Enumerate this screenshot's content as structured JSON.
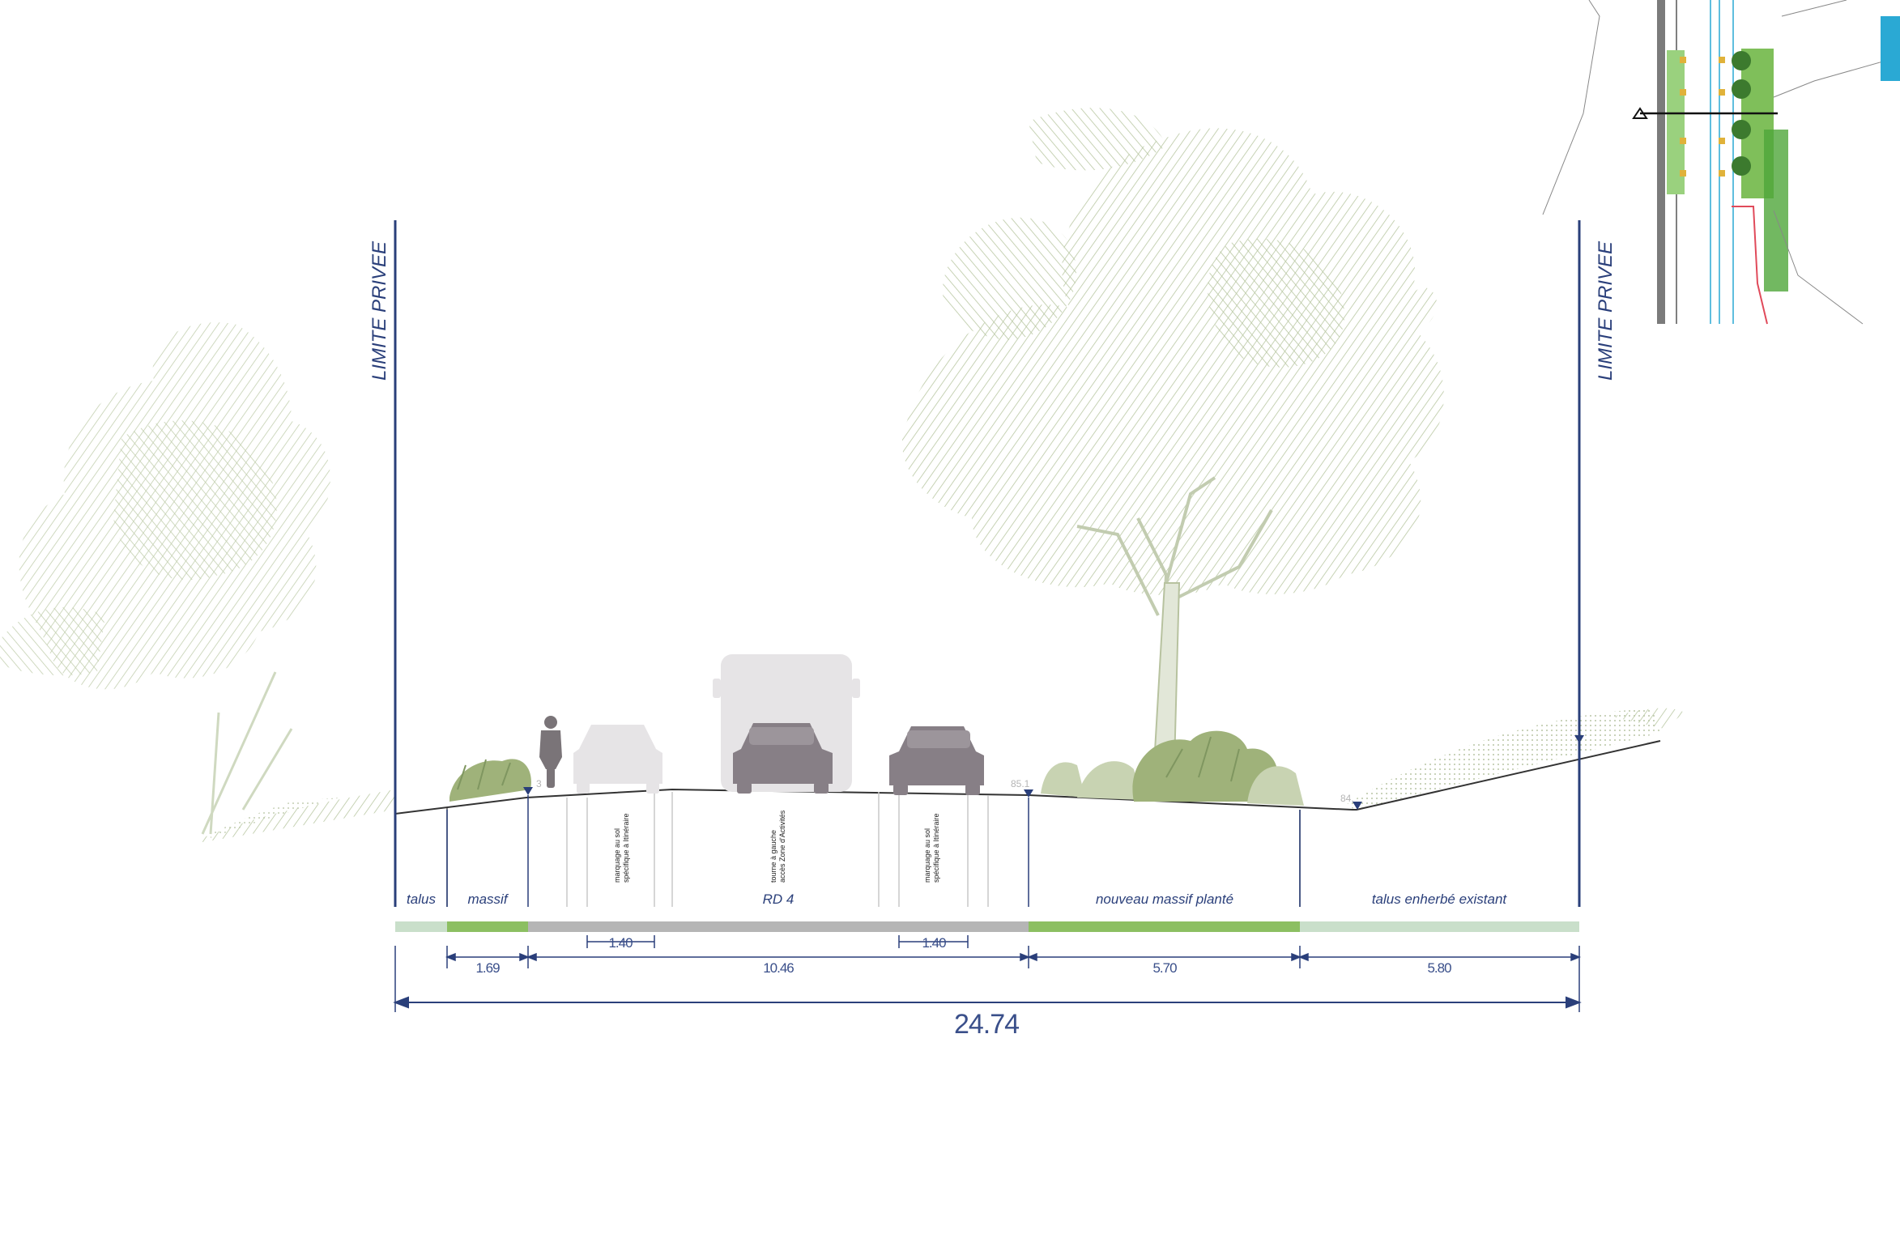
{
  "limits": {
    "left": "LIMITE PRIVEE",
    "right": "LIMITE PRIVEE"
  },
  "zones": {
    "talus": "talus",
    "massif": "massif",
    "road": "RD 4",
    "new_bed": "nouveau massif planté",
    "grass_bank": "talus enherbé existant"
  },
  "markings": {
    "left_line1": "marquage au sol",
    "left_line2": "spécifique à Itinéraire",
    "center_line1": "tourne à gauche",
    "center_line2": "accès Zone d'Activités",
    "right_line1": "marquage au sol",
    "right_line2": "spécifique à Itinéraire"
  },
  "dimensions": {
    "massif": "1.69",
    "road": "10.46",
    "new_bed": "5.70",
    "grass_bank": "5.80",
    "total": "24.74",
    "bike_left": "1.40",
    "bike_right": "1.40"
  },
  "elevations": {
    "left": "3",
    "middle": "85.1",
    "right": "84."
  },
  "colors": {
    "line_blue": "#2a3f7a",
    "massif_green": "#8cbf62",
    "bank_green": "#c9dfca",
    "road_grey": "#b5b5b5",
    "tree_green": "#b4c39a"
  }
}
